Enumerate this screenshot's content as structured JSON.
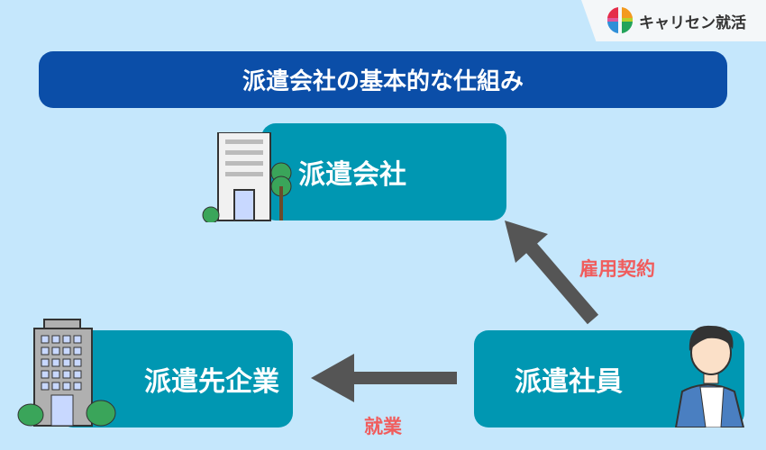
{
  "logo": {
    "text": "キャリセン就活"
  },
  "title": "派遣会社の基本的な仕組み",
  "nodes": {
    "agency": "派遣会社",
    "client": "派遣先企業",
    "worker": "派遣社員"
  },
  "relations": {
    "employment": "雇用契約",
    "work": "就業"
  },
  "colors": {
    "background": "#c5e7fc",
    "title": "#0b4ea8",
    "box": "#0097b2",
    "label": "#f05d5d"
  }
}
